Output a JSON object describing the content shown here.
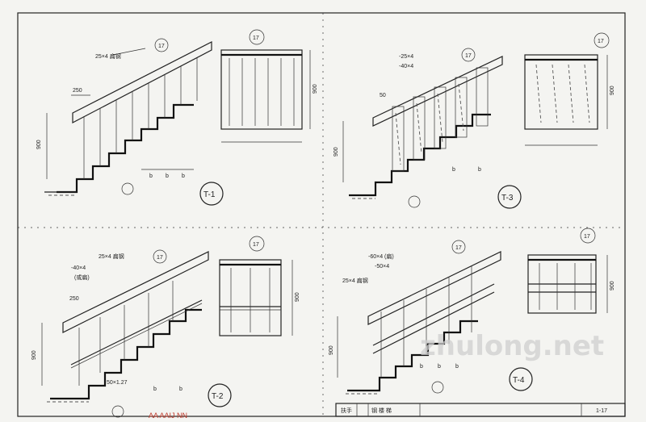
{
  "colors": {
    "ink": "#222222",
    "paper": "#f4f4f1",
    "watermark": "#cfcfcf",
    "stamp": "#c0392b"
  },
  "details": {
    "t1": {
      "id": "T-1",
      "ref": "17",
      "pipe_note": "25×4 扁钢",
      "width_label": "250",
      "height_label": "900",
      "section_height": "900",
      "dims": [
        "b",
        "b",
        "b"
      ]
    },
    "t3": {
      "id": "T-3",
      "ref": "17",
      "bar_note_1": "-25×4",
      "bar_note_2": "-40×4",
      "post_label": "50",
      "height_label": "900",
      "section_height": "900",
      "dims": [
        "b",
        "b"
      ]
    },
    "t2": {
      "id": "T-2",
      "ref": "17",
      "rail_note": "-40×4",
      "sub_note": "(或扁)",
      "pipe_note": "25×4 扁钢",
      "width_label": "250",
      "height_label": "900",
      "section_height": "900",
      "dims": [
        "b",
        "b"
      ],
      "step_note": "50×1.27"
    },
    "t4": {
      "id": "T-4",
      "ref": "17",
      "bar_note_1": "-60×4 (扁)",
      "bar_note_2": "-50×4",
      "pipe_note": "25×4 扁钢",
      "height_label": "900",
      "section_height": "900",
      "dims": [
        "b",
        "b",
        "b"
      ]
    }
  },
  "title_block": {
    "label_1": "扶手",
    "label_2": "钢 楼 梯",
    "sheet_no": "1-17"
  },
  "watermark": "zhulong.net",
  "stamp_text": "AA AAIJ NN"
}
